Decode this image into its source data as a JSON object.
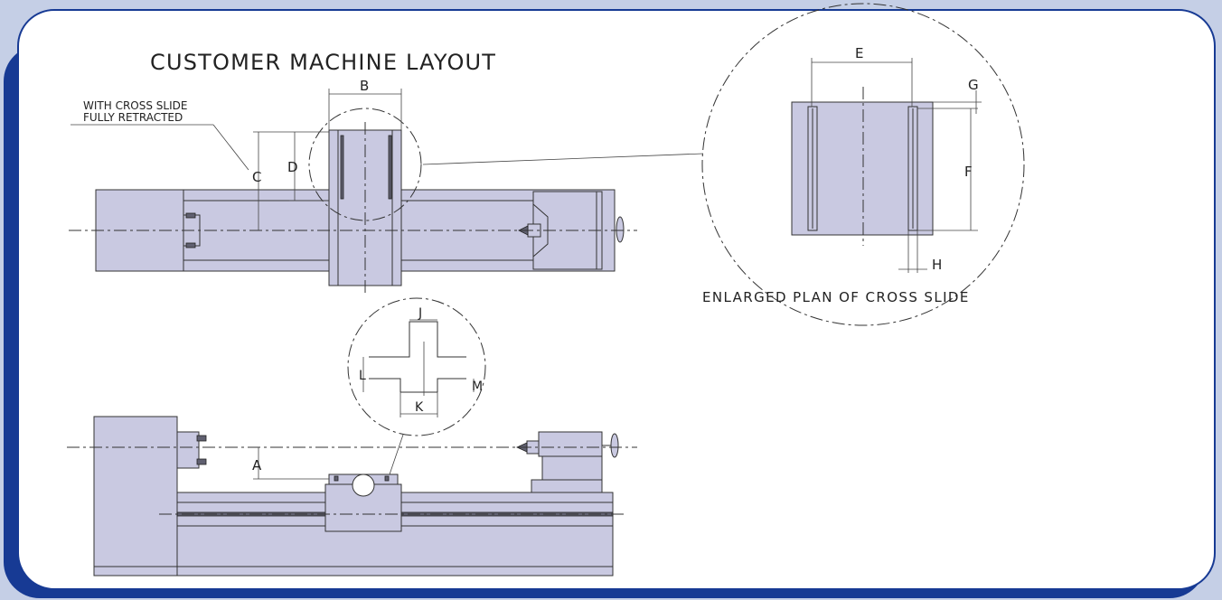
{
  "title": "CUSTOMER MACHINE LAYOUT",
  "note_line1": "WITH CROSS SLIDE",
  "note_line2": "FULLY RETRACTED",
  "enlarged_caption": "ENLARGED PLAN OF CROSS SLIDE",
  "dimension_labels": {
    "a": "A",
    "b": "B",
    "c": "C",
    "d": "D",
    "e": "E",
    "f": "F",
    "g": "G",
    "h": "H",
    "j": "J",
    "k": "K",
    "l": "L",
    "m": "M"
  },
  "colors": {
    "frame_blue": "#173a94",
    "page_white": "#ffffff",
    "machine_fill": "#c9c9e1",
    "background": "#c5cfe6"
  }
}
